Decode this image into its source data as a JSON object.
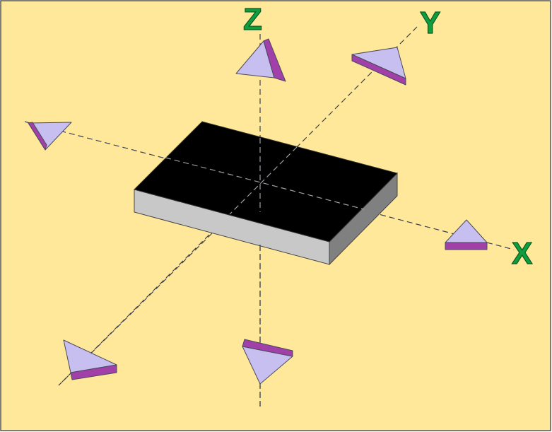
{
  "diagram": {
    "axes": [
      {
        "id": "x",
        "label": "X"
      },
      {
        "id": "y",
        "label": "Y"
      },
      {
        "id": "z",
        "label": "Z"
      }
    ],
    "prism_count": 6
  },
  "colors": {
    "background": "#ffe89a",
    "border": "#555555",
    "axis_label": "#0e9e3e",
    "sample_top": "#000000",
    "sample_front": "#c8c8c8",
    "sample_side": "#808080",
    "prism_face": "#c7bff0",
    "prism_edge": "#a040a8"
  }
}
